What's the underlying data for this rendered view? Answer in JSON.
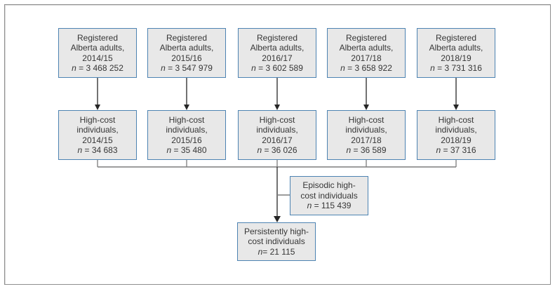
{
  "figure": {
    "description": "Flow diagram of registered Alberta adults and high-cost individuals, fiscal years 2014/15 to 2018/19",
    "registered": [
      {
        "l1": "Registered",
        "l2": "Alberta adults,",
        "l3": "2014/15",
        "n": "n",
        "nv": " = 3 468 252"
      },
      {
        "l1": "Registered",
        "l2": "Alberta adults,",
        "l3": "2015/16",
        "n": "n",
        "nv": " = 3 547 979"
      },
      {
        "l1": "Registered",
        "l2": "Alberta adults,",
        "l3": "2016/17",
        "n": "n",
        "nv": " = 3 602 589"
      },
      {
        "l1": "Registered",
        "l2": "Alberta adults,",
        "l3": "2017/18",
        "n": "n",
        "nv": " = 3 658 922"
      },
      {
        "l1": "Registered",
        "l2": "Alberta adults,",
        "l3": "2018/19",
        "n": "n",
        "nv": " = 3 731 316"
      }
    ],
    "highcost": [
      {
        "l1": "High-cost",
        "l2": "individuals,",
        "l3": "2014/15",
        "n": "n",
        "nv": " = 34 683"
      },
      {
        "l1": "High-cost",
        "l2": "individuals,",
        "l3": "2015/16",
        "n": "n",
        "nv": " = 35 480"
      },
      {
        "l1": "High-cost",
        "l2": "individuals,",
        "l3": "2016/17",
        "n": "n",
        "nv": " = 36 026"
      },
      {
        "l1": "High-cost",
        "l2": "individuals,",
        "l3": "2017/18",
        "n": "n",
        "nv": " = 36 589"
      },
      {
        "l1": "High-cost",
        "l2": "individuals,",
        "l3": "2018/19",
        "n": "n",
        "nv": " = 37 316"
      }
    ],
    "episodic": {
      "l1": "Episodic high-",
      "l2": "cost individuals",
      "n": "n",
      "nv": " = 115 439"
    },
    "persistent": {
      "l1": "Persistently high-",
      "l2": "cost individuals",
      "n": "n",
      "nv": "= 21 115"
    },
    "colors": {
      "box_fill": "#e8e8e8",
      "box_border": "#4d83b2",
      "text": "#363636",
      "arrow": "#262626",
      "connector": "#7d7d7d",
      "frame_border": "#8f8f8f"
    }
  }
}
